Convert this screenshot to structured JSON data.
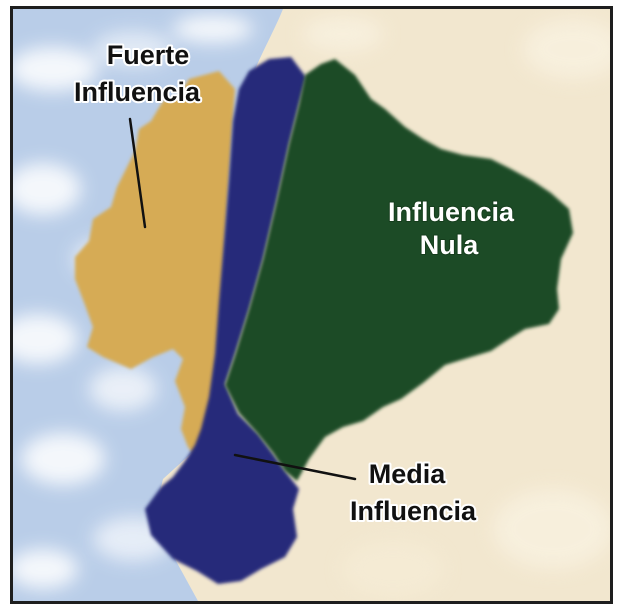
{
  "map": {
    "labels": {
      "fuerte_line1": "Fuerte",
      "fuerte_line2": "Influencia",
      "nula_line1": "Influencia",
      "nula_line2": "Nula",
      "media_line1": "Media",
      "media_line2": "Influencia"
    },
    "colors": {
      "ocean": "#b9cde8",
      "land_background": "#f2e7cf",
      "fuerte_region": "#d6ab55",
      "media_region": "#26297a",
      "nula_region": "#1c4b26",
      "frame_border": "#1e1e1e",
      "leader_line": "#111111"
    }
  }
}
